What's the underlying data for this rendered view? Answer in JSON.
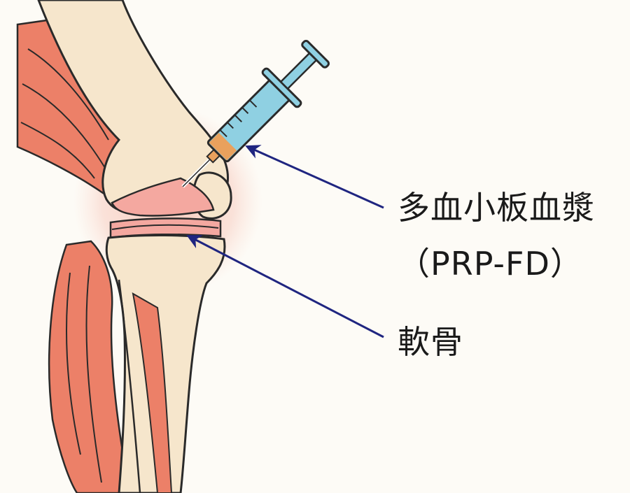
{
  "labels": {
    "prp_line1": "多血小板血漿",
    "prp_line2": "（PRP-FD）",
    "cartilage": "軟骨"
  },
  "colors": {
    "background": "#fdfbf6",
    "muscle": "#ec8068",
    "bone": "#f6e6cc",
    "outline": "#2a2a2a",
    "cartilage": "#f4a8a0",
    "highlight_glow": "#f9d9cf",
    "syringe_barrel": "#8fd0e2",
    "syringe_liquid": "#e9a15d",
    "arrow": "#1f2580"
  }
}
